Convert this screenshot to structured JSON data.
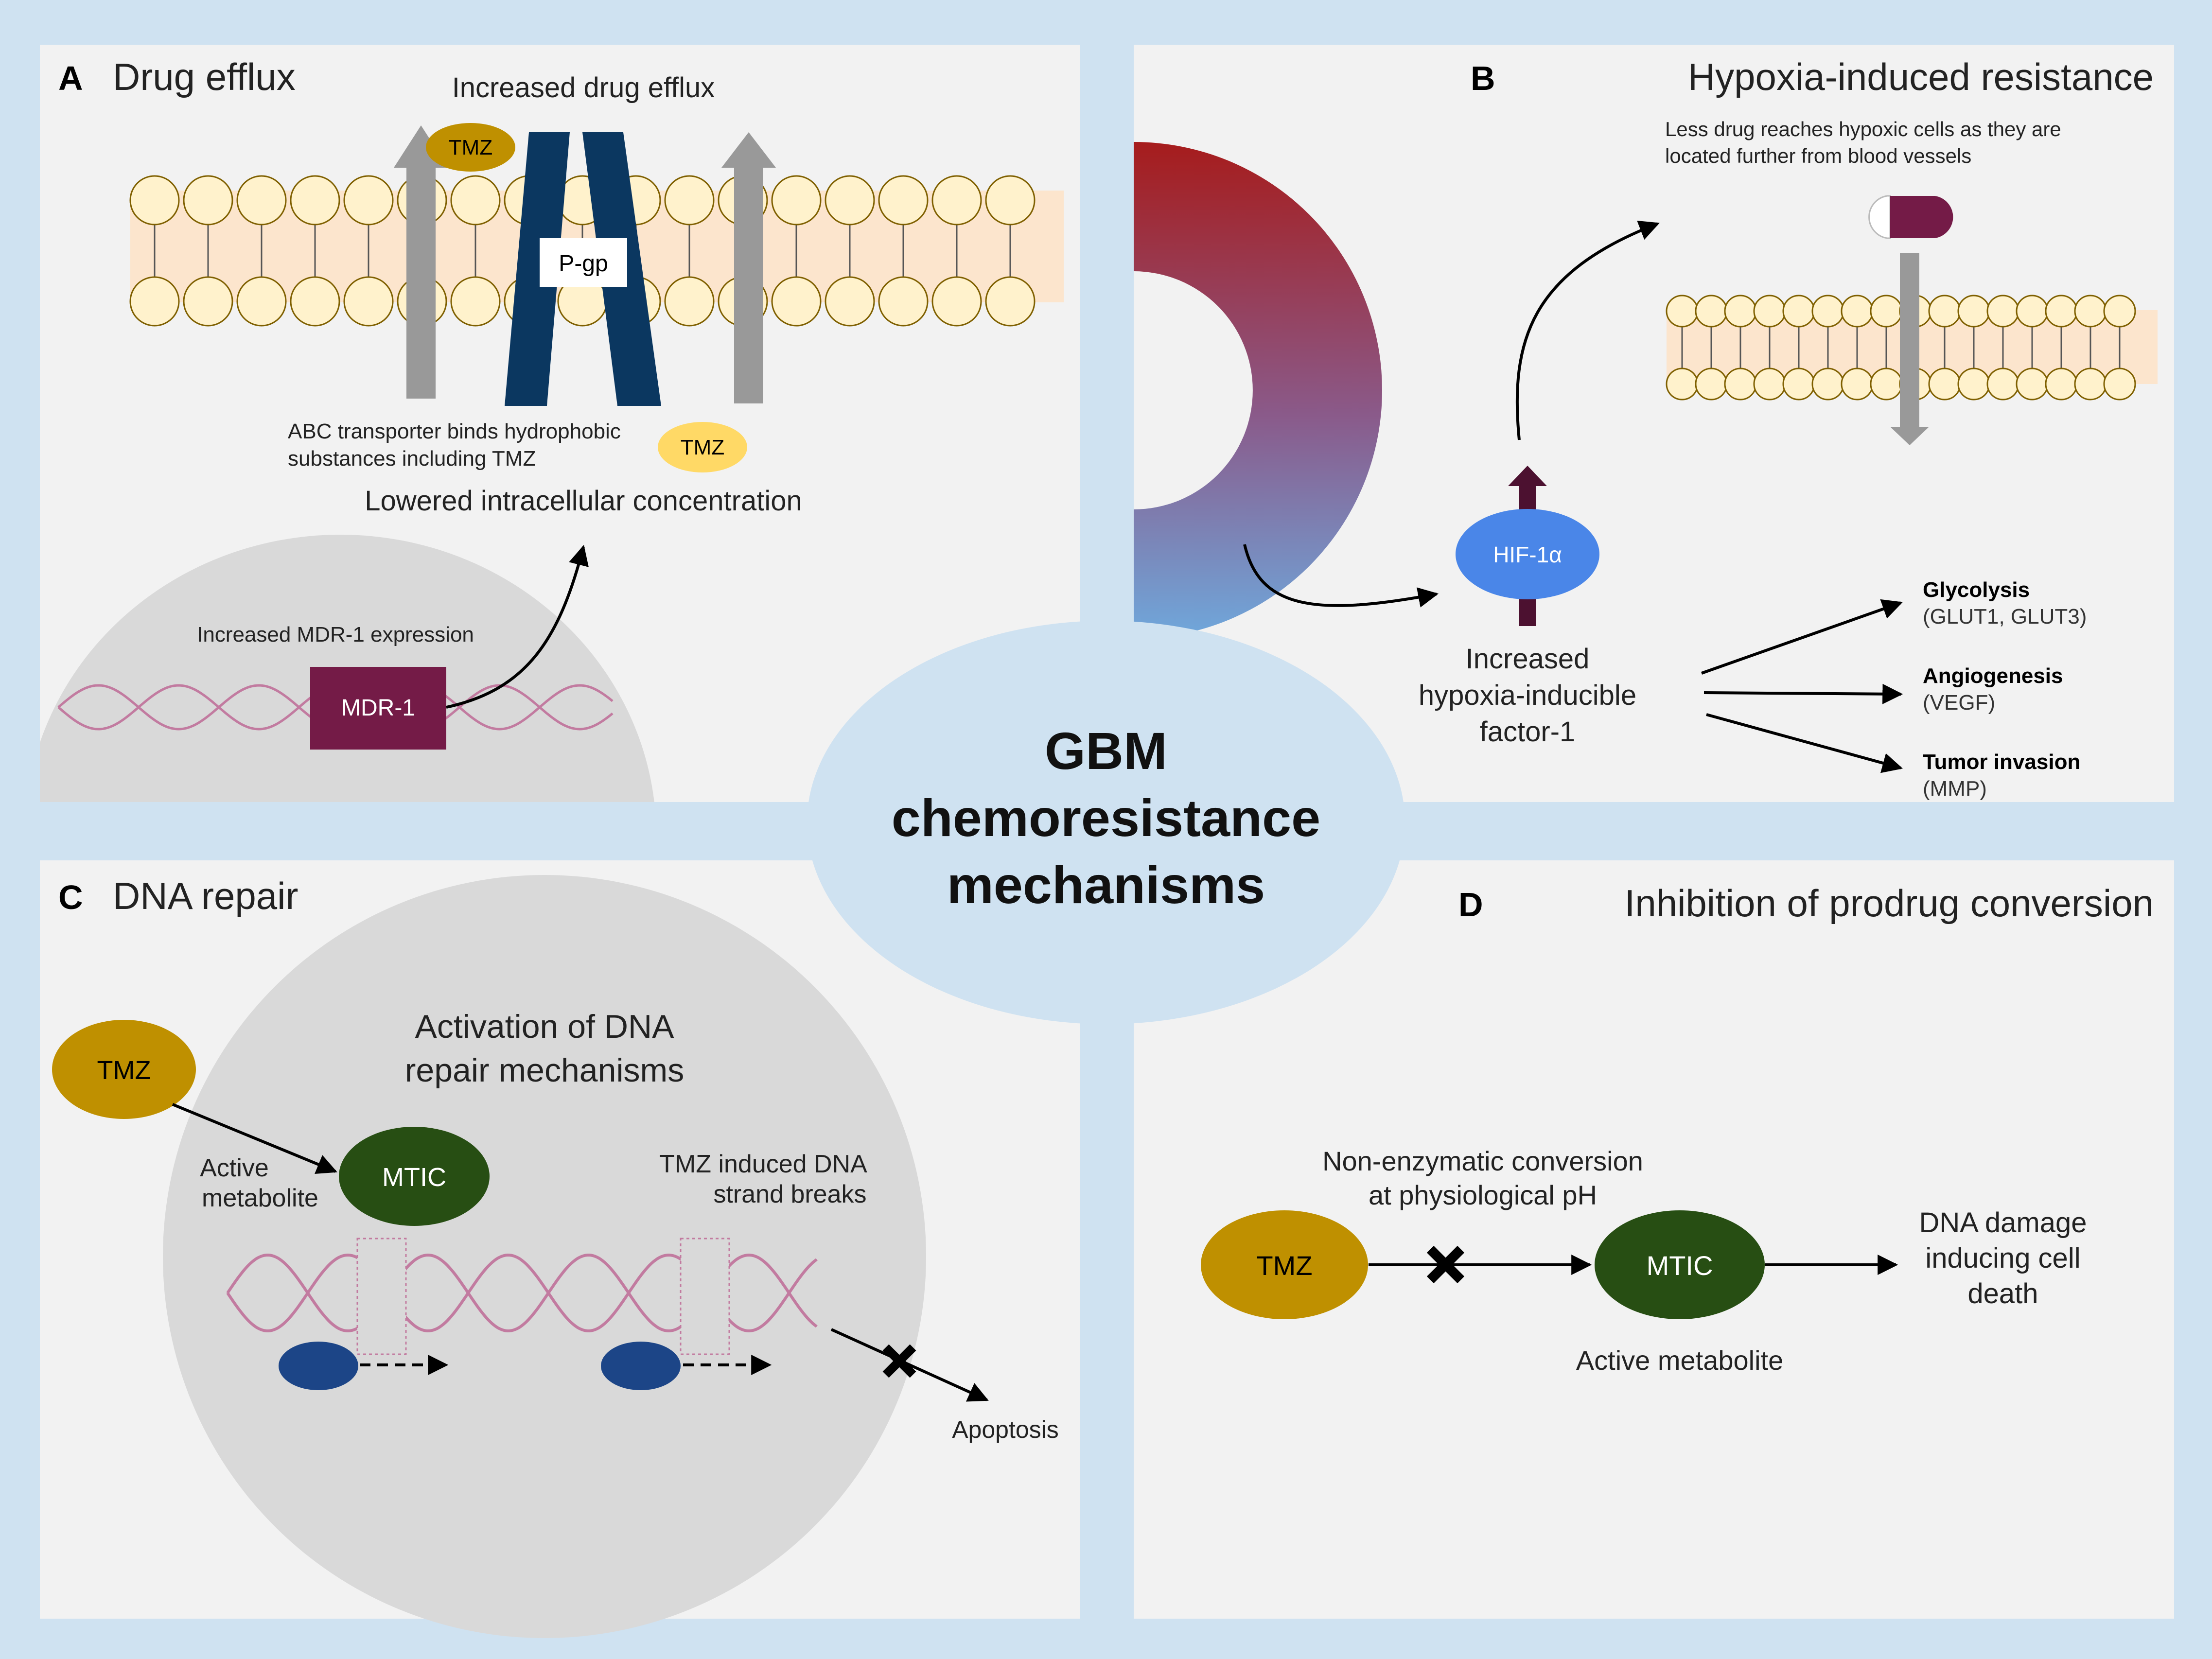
{
  "central": {
    "line1": "GBM",
    "line2": "chemoresistance",
    "line3": "mechanisms"
  },
  "panel_a": {
    "letter": "A",
    "title": "Drug efflux",
    "efflux_label": "Increased drug efflux",
    "tmz": "TMZ",
    "pgp": "P-gp",
    "abc_line1": "ABC transporter binds hydrophobic",
    "abc_line2": "substances including TMZ",
    "lowered": "Lowered intracellular concentration",
    "mdr_expr": "Increased MDR-1 expression",
    "mdr": "MDR-1"
  },
  "panel_b": {
    "letter": "B",
    "title": "Hypoxia-induced resistance",
    "less_line1": "Less drug reaches hypoxic cells as they are",
    "less_line2": "located further from blood vessels",
    "hif": "HIF-1α",
    "inc_line1": "Increased",
    "inc_line2": "hypoxia-inducible",
    "inc_line3": "factor-1",
    "targets": [
      {
        "title": "Glycolysis",
        "sub": "(GLUT1, GLUT3)"
      },
      {
        "title": "Angiogenesis",
        "sub": "(VEGF)"
      },
      {
        "title": "Tumor invasion",
        "sub": "(MMP)"
      }
    ]
  },
  "panel_c": {
    "letter": "C",
    "title": "DNA repair",
    "act_line1": "Activation of DNA",
    "act_line2": "repair mechanisms",
    "tmz": "TMZ",
    "mtic": "MTIC",
    "am_line1": "Active",
    "am_line2": "metabolite",
    "breaks_line1": "TMZ induced DNA",
    "breaks_line2": "strand breaks",
    "apoptosis": "Apoptosis"
  },
  "panel_d": {
    "letter": "D",
    "title": "Inhibition of prodrug conversion",
    "conv_line1": "Non-enzymatic conversion",
    "conv_line2": "at physiological pH",
    "tmz": "TMZ",
    "mtic": "MTIC",
    "active": "Active metabolite",
    "death_line1": "DNA damage",
    "death_line2": "inducing cell",
    "death_line3": "death"
  },
  "colors": {
    "background": "#cfe2f1",
    "panel": "#f2f2f2",
    "cell": "#d9d9d9",
    "tmz_gold": "#bf9000",
    "tmz_light": "#ffd966",
    "mtic_green": "#274e13",
    "pgp_blue": "#0b3760",
    "mdr_maroon": "#741b47",
    "hif_blue": "#4a86e8",
    "dna_pink": "#c27ba0",
    "lipid_head": "#fff2cc",
    "lipid_band": "#fce5cd",
    "repair_blue": "#1c4587",
    "arrow_gray": "#999999"
  }
}
